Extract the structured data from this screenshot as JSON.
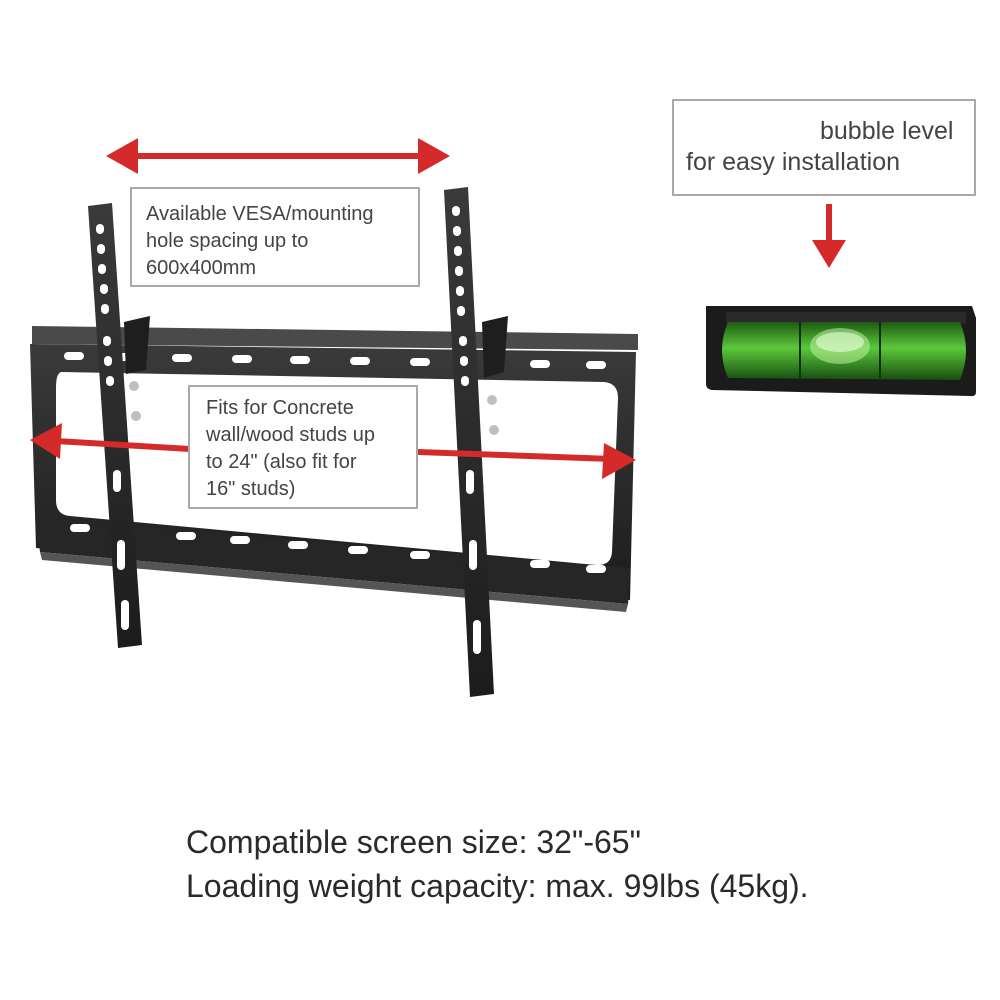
{
  "callouts": {
    "vesa": {
      "line1": "Available VESA/mounting",
      "line2": "hole spacing up to",
      "line3": "600x400mm"
    },
    "studs": {
      "line1": "Fits for Concrete",
      "line2": "wall/wood studs up",
      "line3": "to 24\" (also fit for",
      "line4": "16\" studs)"
    },
    "level": {
      "line1": "bubble level",
      "line2": "for easy installation"
    }
  },
  "specs": {
    "screen_size": "Compatible screen size: 32\"-65\"",
    "weight_capacity": "Loading weight capacity: max. 99lbs (45kg)."
  },
  "colors": {
    "arrow": "#d42a2a",
    "bracket": "#2b2b2b",
    "level_fluid": "#3fae2a"
  },
  "icons": {
    "product": "tv-wall-mount-bracket",
    "level": "bubble-level-icon"
  }
}
